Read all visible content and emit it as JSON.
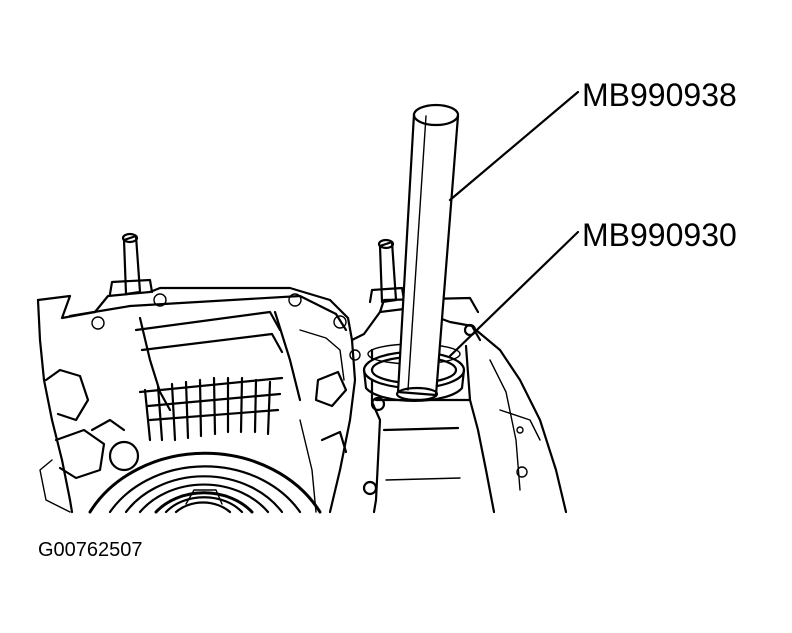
{
  "figure": {
    "callouts": [
      {
        "id": "driver-tool",
        "label": "MB990938"
      },
      {
        "id": "installer-tool",
        "label": "MB990930"
      }
    ],
    "figure_id": "G00762507"
  }
}
